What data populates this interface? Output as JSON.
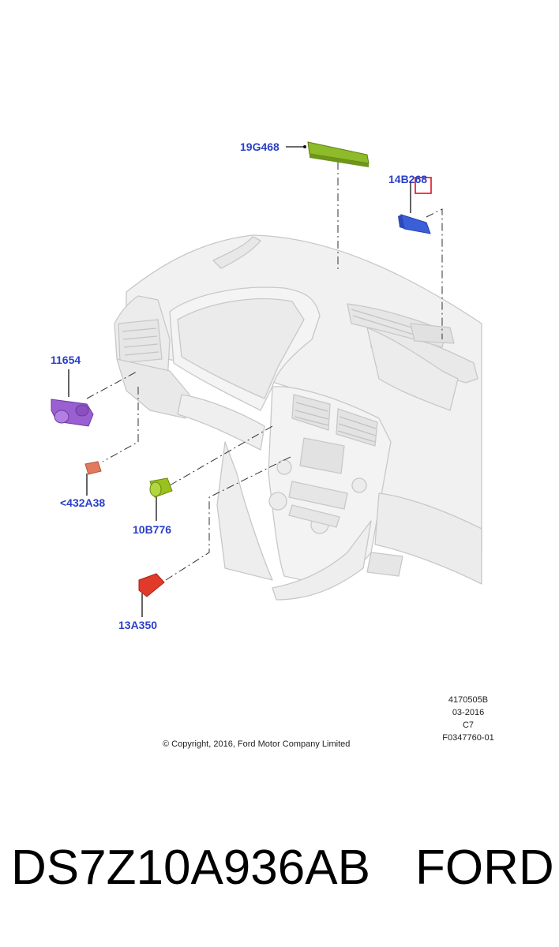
{
  "callouts": {
    "c19g468": "19G468",
    "c14b268": "14B268",
    "c11654": "11654",
    "c432a38": "<432A38",
    "c10b776": "10B776",
    "c13a350": "13A350"
  },
  "figure_info": {
    "line1": "4170505B",
    "line2": "03-2016",
    "line3": "C7",
    "line4": "F0347760-01"
  },
  "copyright": "© Copyright, 2016, Ford Motor Company Limited",
  "caption": {
    "part_number": "DS7Z10A936AB",
    "brand": "FORD"
  },
  "colors": {
    "callout_text": "#2a3fc8",
    "part_green": "#8dbb2a",
    "part_blue": "#3a5fd8",
    "part_purple": "#9a5fd0",
    "part_salmon": "#e27a5e",
    "part_lime": "#9ac21e",
    "part_red": "#e03a2a",
    "highlight_box": "#e01020"
  }
}
